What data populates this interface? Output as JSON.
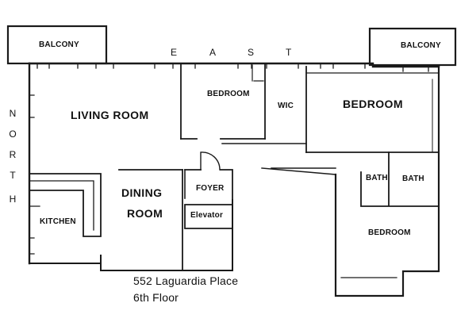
{
  "plan": {
    "rooms": {
      "balcony_west": "BALCONY",
      "balcony_east": "BALCONY",
      "living_room": "LIVING ROOM",
      "bedroom_small": "BEDROOM",
      "wic": "WIC",
      "bedroom_master": "BEDROOM",
      "dining": "DINING",
      "dining_2": "ROOM",
      "foyer": "FOYER",
      "elevator": "Elevator",
      "kitchen": "KITCHEN",
      "bath_1": "BATH",
      "bath_2": "BATH",
      "bedroom_south": "BEDROOM"
    },
    "directions": {
      "east": [
        "E",
        "A",
        "S",
        "T"
      ],
      "north": [
        "N",
        "O",
        "R",
        "T",
        "H"
      ]
    },
    "caption": {
      "address": "552 Laguardia Place",
      "floor": "6th Floor"
    }
  }
}
